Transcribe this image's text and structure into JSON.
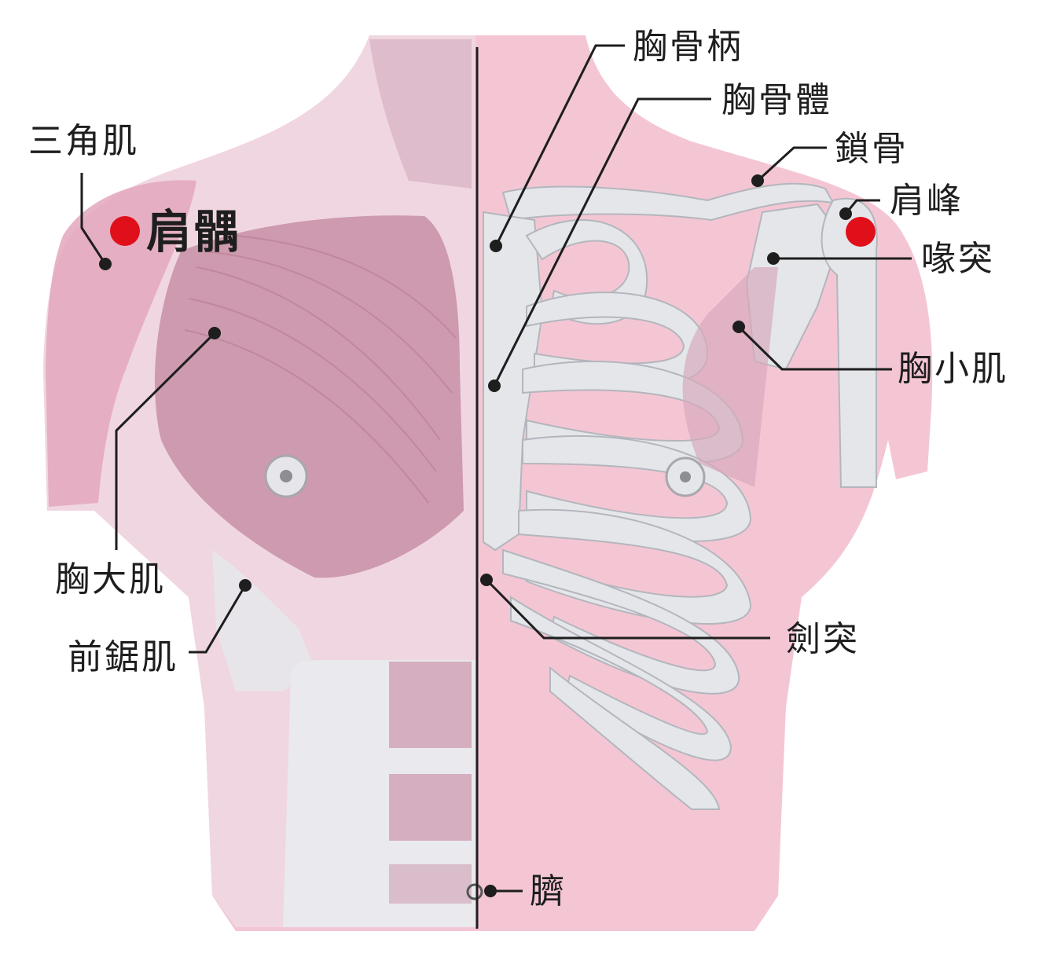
{
  "labels": {
    "deltoid": "三角肌",
    "jianyu": "肩髃",
    "pectoralis_major": "胸大肌",
    "serratus_anterior": "前鋸肌",
    "manubrium": "胸骨柄",
    "sternum_body": "胸骨體",
    "clavicle": "鎖骨",
    "acromion": "肩峰",
    "coracoid": "喙突",
    "pectoralis_minor": "胸小肌",
    "xiphoid": "劍突",
    "navel": "臍"
  },
  "colors": {
    "skin": "#f4c6d4",
    "muscle": "#c78fa6",
    "bone": "#e4e6ea",
    "point": "#e0101a",
    "line": "#1e1e1e"
  }
}
